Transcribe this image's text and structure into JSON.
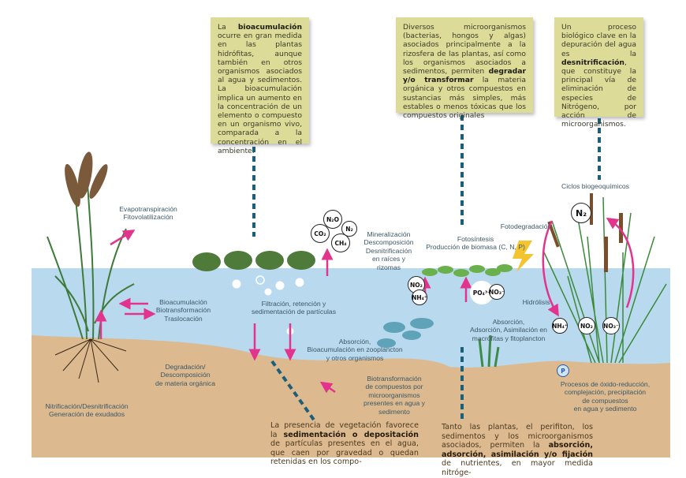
{
  "boxes": {
    "bioacumulacion": {
      "pre": "La ",
      "bold": "bioacumulación",
      "post": " ocurre en gran medida en las plantas hidrófitas, aunque también en otros organismos asociados al agua y sedimentos. La bioacumulación implica un aumento en la concentración de un elemento o compuesto en un organismo vivo, comparada a la concentración en el ambiente."
    },
    "degradacion": {
      "pre": "Diversos microorganismos (bacterias, hongos y algas) asociados principalmente a la rizosfera de las plantas, así como los organismos asociados a sedimentos, permiten ",
      "bold": "degradar y/o transformar",
      "post": " la materia orgánica y otros compuestos en sustancias más simples, más estables o menos tóxicas que los compuestos originales"
    },
    "desnitrificacion": {
      "pre": "Un proceso biológico clave en la depuración del agua es la ",
      "bold": "desnitrificación",
      "post": ", que constituye la principal vía de eliminación de especies de Nitrógeno, por acción de microorganismos."
    }
  },
  "labels": {
    "evapotranspiracion": "Evapotranspiración\nFitovolatilización",
    "mineralizacion": "Mineralización\nDescomposición\nDesnitrificación\nen raíces y\nrizomas",
    "fotosintesis": "Fotosíntesis\nProducción de biomasa (C, N, P)",
    "fotodegradacion": "Fotodegradación",
    "ciclos": "Ciclos biogeoquímicos",
    "bioacumulacion": "Bioacumulación\nBiotransformación\nTraslocación",
    "filtracion": "Filtración, retención y\nsedimentación de partículas",
    "zooplancton": "Absorción,\nBioacumulación en zooplancton\ny otros organismos",
    "hidrolisis": "Hidrólisis",
    "macrofitas": "Absorción,\nAdsorción, Asimilación en\nmacrófitas y fitoplancton",
    "degradacion": "Degradación/\nDescomposición\nde materia orgánica",
    "nitrificacion": "Nitrificación/Desnitrificación\nGeneración de exudados",
    "biotransformacion": "Biotransformación\nde compuestos por\nmicroorganismos\npresentes en agua y\nsedimento",
    "oxidoreduccion": "Procesos de óxido-reducción,\ncomplejación, precipitación\nde compuestos\nen agua y sedimento"
  },
  "bottom": {
    "sedimentacion": {
      "pre": "La presencia de vegetación favorece la ",
      "bold": "sedimentación o depositación",
      "post": " de partículas presentes en el agua, que caen por gravedad o quedan retenidas en los compo-"
    },
    "absorcion": {
      "pre": "Tanto las plantas, el perifiton, los sedimentos y los microorganismos asociados, permiten la ",
      "bold": "absorción, adsorción, asimilación y/o fijación",
      "post": " de nutrientes, en mayor medida nitróge-"
    }
  },
  "chemicals": {
    "n2o": "N₂O",
    "co2": "CO₂",
    "n2a": "N₂",
    "ch4": "CH₄",
    "no2": "NO₂",
    "nh4a": "NH₄⁺",
    "po4": "PO₄³⁻",
    "no3a": "NO₃⁻",
    "n2b": "N₂",
    "nh4b": "NH₄⁺",
    "no2b": "NO₂",
    "no3b": "NO₃⁻",
    "p": "P"
  },
  "colors": {
    "water": "#b9d9ee",
    "sediment": "#dcb98e",
    "box": "#dcdb98",
    "arrow": "#e2348c",
    "dash": "#1e5f78"
  }
}
